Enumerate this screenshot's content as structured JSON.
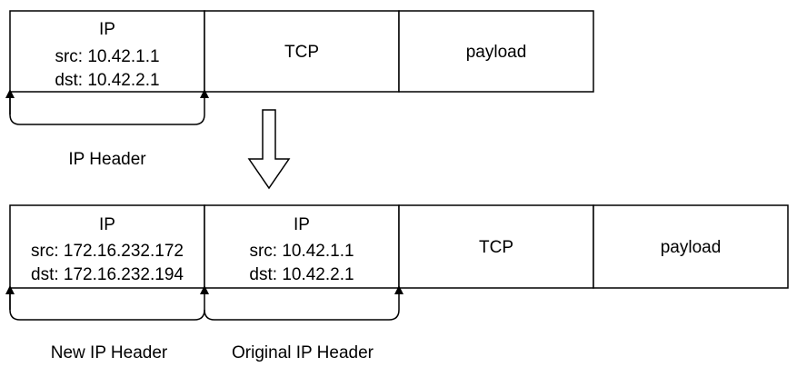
{
  "top_packet": {
    "ip": {
      "title": "IP",
      "src": "src: 10.42.1.1",
      "dst": "dst: 10.42.2.1"
    },
    "tcp": "TCP",
    "payload": "payload",
    "bracket_label": "IP Header"
  },
  "bottom_packet": {
    "new_ip": {
      "title": "IP",
      "src": "src: 172.16.232.172",
      "dst": "dst: 172.16.232.194"
    },
    "orig_ip": {
      "title": "IP",
      "src": "src: 10.42.1.1",
      "dst": "dst: 10.42.2.1"
    },
    "tcp": "TCP",
    "payload": "payload",
    "new_label": "New IP Header",
    "orig_label": "Original IP Header"
  }
}
